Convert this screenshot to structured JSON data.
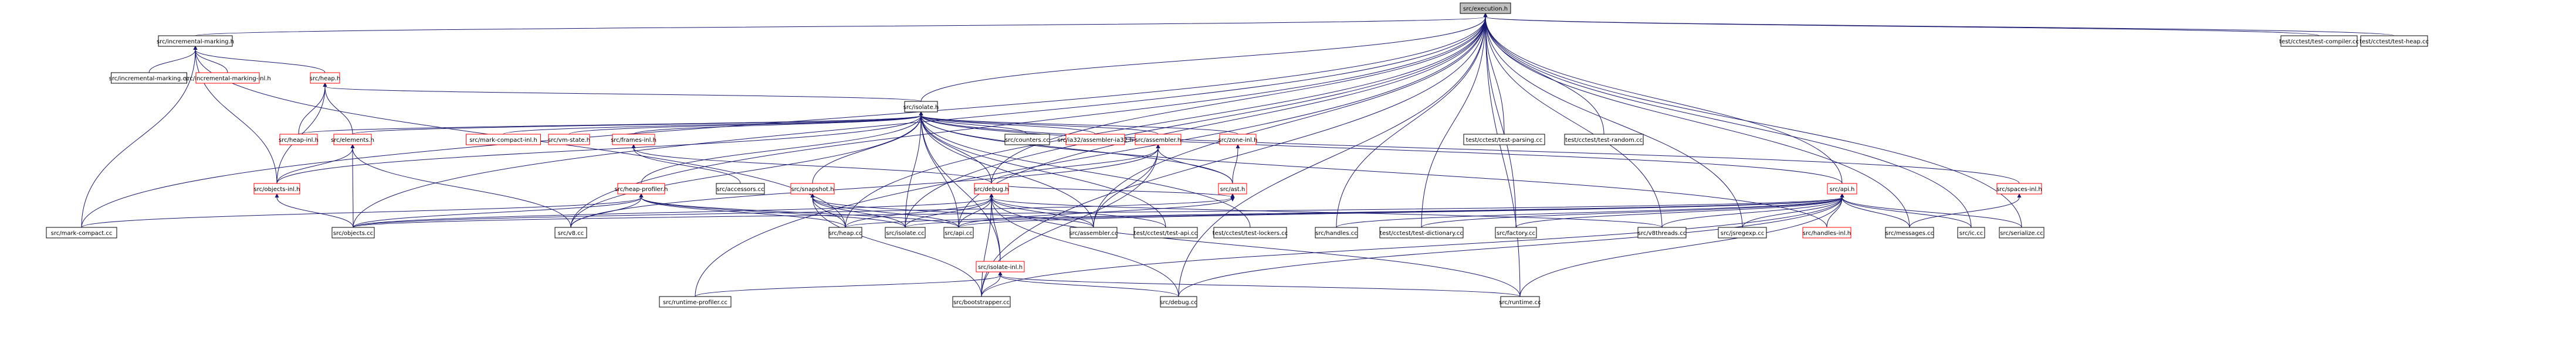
{
  "graph": {
    "title": "",
    "edge_color": "#191970",
    "node_border": "#000000",
    "truncated_node_border": "#ff0000",
    "root_fill": "#bfbfbf",
    "nodes": [
      {
        "id": "exec",
        "label": "src/execution.h",
        "root": true
      },
      {
        "id": "incmark",
        "label": "src/incremental-marking.h"
      },
      {
        "id": "tc_compiler",
        "label": "test/cctest/test-compiler.cc"
      },
      {
        "id": "tc_heap",
        "label": "test/cctest/test-heap.cc"
      },
      {
        "id": "incmark_cc",
        "label": "src/incremental-marking.cc"
      },
      {
        "id": "incmark_inl",
        "label": "src/incremental-marking-inl.h",
        "red": true
      },
      {
        "id": "heap_h",
        "label": "src/heap.h",
        "red": true
      },
      {
        "id": "isolate_h",
        "label": "src/isolate.h"
      },
      {
        "id": "heap_inl",
        "label": "src/heap-inl.h",
        "red": true
      },
      {
        "id": "elements_h",
        "label": "src/elements.h",
        "red": true
      },
      {
        "id": "mark_compact_inl",
        "label": "src/mark-compact-inl.h",
        "red": true
      },
      {
        "id": "vm_state",
        "label": "src/vm-state.h",
        "red": true
      },
      {
        "id": "frames_inl",
        "label": "src/frames-inl.h",
        "red": true
      },
      {
        "id": "snapshot_h",
        "label": "src/snapshot.h",
        "red": true
      },
      {
        "id": "counters_cc",
        "label": "src/counters.cc"
      },
      {
        "id": "ia32_asm",
        "label": "src/ia32/assembler-ia32.h",
        "red": true
      },
      {
        "id": "assembler_h",
        "label": "src/assembler.h",
        "red": true
      },
      {
        "id": "zone_inl",
        "label": "src/zone-inl.h",
        "red": true
      },
      {
        "id": "tc_parsing",
        "label": "test/cctest/test-parsing.cc"
      },
      {
        "id": "tc_random",
        "label": "test/cctest/test-random.cc"
      },
      {
        "id": "objects_inl",
        "label": "src/objects-inl.h",
        "red": true
      },
      {
        "id": "accessors_cc",
        "label": "src/accessors.cc"
      },
      {
        "id": "heap_profiler",
        "label": "src/heap-profiler.h",
        "red": true
      },
      {
        "id": "debug_h",
        "label": "src/debug.h",
        "red": true
      },
      {
        "id": "ast_h",
        "label": "src/ast.h",
        "red": true
      },
      {
        "id": "api_h",
        "label": "src/api.h",
        "red": true
      },
      {
        "id": "spaces_inl",
        "label": "src/spaces-inl.h",
        "red": true
      },
      {
        "id": "mark_compact_cc",
        "label": "src/mark-compact.cc"
      },
      {
        "id": "objects_cc",
        "label": "src/objects.cc"
      },
      {
        "id": "v8_cc",
        "label": "src/v8.cc"
      },
      {
        "id": "heap_cc",
        "label": "src/heap.cc"
      },
      {
        "id": "isolate_cc",
        "label": "src/isolate.cc"
      },
      {
        "id": "api_cc",
        "label": "src/api.cc"
      },
      {
        "id": "assembler_cc",
        "label": "src/assembler.cc"
      },
      {
        "id": "tc_api",
        "label": "test/cctest/test-api.cc"
      },
      {
        "id": "tc_lockers",
        "label": "test/cctest/test-lockers.cc"
      },
      {
        "id": "handles_cc",
        "label": "src/handles.cc"
      },
      {
        "id": "tc_dictionary",
        "label": "test/cctest/test-dictionary.cc"
      },
      {
        "id": "factory_cc",
        "label": "src/factory.cc"
      },
      {
        "id": "v8threads_cc",
        "label": "src/v8threads.cc"
      },
      {
        "id": "jsregexp_cc",
        "label": "src/jsregexp.cc"
      },
      {
        "id": "handles_inl",
        "label": "src/handles-inl.h",
        "red": true
      },
      {
        "id": "messages_cc",
        "label": "src/messages.cc"
      },
      {
        "id": "ic_cc",
        "label": "src/ic.cc"
      },
      {
        "id": "serialize_cc",
        "label": "src/serialize.cc"
      },
      {
        "id": "isolate_inl",
        "label": "src/isolate-inl.h",
        "red": true
      },
      {
        "id": "runtime_profiler",
        "label": "src/runtime-profiler.cc"
      },
      {
        "id": "bootstrapper_cc",
        "label": "src/bootstrapper.cc"
      },
      {
        "id": "debug_cc",
        "label": "src/debug.cc"
      },
      {
        "id": "runtime_cc",
        "label": "src/runtime.cc"
      }
    ],
    "edges": [
      [
        "exec",
        "incmark"
      ],
      [
        "exec",
        "tc_compiler"
      ],
      [
        "exec",
        "tc_heap"
      ],
      [
        "exec",
        "isolate_h"
      ],
      [
        "exec",
        "mark_compact_cc"
      ],
      [
        "exec",
        "objects_cc"
      ],
      [
        "exec",
        "runtime_profiler"
      ],
      [
        "exec",
        "v8_cc"
      ],
      [
        "exec",
        "heap_cc"
      ],
      [
        "exec",
        "isolate_cc"
      ],
      [
        "exec",
        "api_cc"
      ],
      [
        "exec",
        "assembler_cc"
      ],
      [
        "exec",
        "tc_parsing"
      ],
      [
        "exec",
        "tc_random"
      ],
      [
        "exec",
        "debug_h"
      ],
      [
        "exec",
        "api_h"
      ],
      [
        "exec",
        "handles_cc"
      ],
      [
        "exec",
        "tc_dictionary"
      ],
      [
        "exec",
        "factory_cc"
      ],
      [
        "exec",
        "v8threads_cc"
      ],
      [
        "exec",
        "jsregexp_cc"
      ],
      [
        "exec",
        "messages_cc"
      ],
      [
        "exec",
        "ic_cc"
      ],
      [
        "exec",
        "serialize_cc"
      ],
      [
        "exec",
        "debug_cc"
      ],
      [
        "exec",
        "runtime_cc"
      ],
      [
        "exec",
        "bootstrapper_cc"
      ],
      [
        "incmark",
        "incmark_cc"
      ],
      [
        "incmark",
        "incmark_inl"
      ],
      [
        "incmark",
        "heap_h"
      ],
      [
        "incmark",
        "objects_inl"
      ],
      [
        "incmark",
        "mark_compact_cc"
      ],
      [
        "incmark",
        "heap_cc"
      ],
      [
        "heap_h",
        "isolate_h"
      ],
      [
        "heap_h",
        "heap_inl"
      ],
      [
        "heap_h",
        "elements_h"
      ],
      [
        "heap_h",
        "objects_inl"
      ],
      [
        "isolate_h",
        "heap_inl"
      ],
      [
        "isolate_h",
        "elements_h"
      ],
      [
        "isolate_h",
        "mark_compact_inl"
      ],
      [
        "isolate_h",
        "vm_state"
      ],
      [
        "isolate_h",
        "frames_inl"
      ],
      [
        "isolate_h",
        "snapshot_h"
      ],
      [
        "isolate_h",
        "counters_cc"
      ],
      [
        "isolate_h",
        "ia32_asm"
      ],
      [
        "isolate_h",
        "assembler_h"
      ],
      [
        "isolate_h",
        "zone_inl"
      ],
      [
        "isolate_h",
        "heap_profiler"
      ],
      [
        "isolate_h",
        "debug_h"
      ],
      [
        "isolate_h",
        "ast_h"
      ],
      [
        "isolate_h",
        "api_h"
      ],
      [
        "isolate_h",
        "spaces_inl"
      ],
      [
        "isolate_h",
        "objects_inl"
      ],
      [
        "isolate_h",
        "v8_cc"
      ],
      [
        "isolate_h",
        "isolate_cc"
      ],
      [
        "isolate_h",
        "assembler_cc"
      ],
      [
        "isolate_h",
        "tc_api"
      ],
      [
        "isolate_h",
        "tc_lockers"
      ],
      [
        "isolate_h",
        "handles_inl"
      ],
      [
        "isolate_h",
        "isolate_inl"
      ],
      [
        "isolate_h",
        "api_cc"
      ],
      [
        "elements_h",
        "objects_inl"
      ],
      [
        "elements_h",
        "objects_cc"
      ],
      [
        "elements_h",
        "v8_cc"
      ],
      [
        "objects_inl",
        "objects_cc"
      ],
      [
        "frames_inl",
        "accessors_cc"
      ],
      [
        "frames_inl",
        "debug_h"
      ],
      [
        "assembler_h",
        "debug_h"
      ],
      [
        "assembler_h",
        "ast_h"
      ],
      [
        "assembler_h",
        "v8_cc"
      ],
      [
        "assembler_h",
        "assembler_cc"
      ],
      [
        "assembler_h",
        "bootstrapper_cc"
      ],
      [
        "zone_inl",
        "ast_h"
      ],
      [
        "snapshot_h",
        "heap_cc"
      ],
      [
        "snapshot_h",
        "isolate_cc"
      ],
      [
        "snapshot_h",
        "api_cc"
      ],
      [
        "snapshot_h",
        "bootstrapper_cc"
      ],
      [
        "snapshot_h",
        "assembler_cc"
      ],
      [
        "heap_profiler",
        "mark_compact_cc"
      ],
      [
        "heap_profiler",
        "objects_cc"
      ],
      [
        "heap_profiler",
        "v8_cc"
      ],
      [
        "heap_profiler",
        "heap_cc"
      ],
      [
        "heap_profiler",
        "isolate_cc"
      ],
      [
        "heap_profiler",
        "api_cc"
      ],
      [
        "ast_h",
        "objects_cc"
      ],
      [
        "ast_h",
        "api_cc"
      ],
      [
        "ast_h",
        "debug_h"
      ],
      [
        "debug_h",
        "objects_cc"
      ],
      [
        "debug_h",
        "isolate_inl"
      ],
      [
        "debug_h",
        "bootstrapper_cc"
      ],
      [
        "debug_h",
        "debug_cc"
      ],
      [
        "debug_h",
        "runtime_cc"
      ],
      [
        "debug_h",
        "heap_cc"
      ],
      [
        "debug_h",
        "isolate_cc"
      ],
      [
        "debug_h",
        "api_cc"
      ],
      [
        "debug_h",
        "assembler_cc"
      ],
      [
        "debug_h",
        "tc_api"
      ],
      [
        "debug_h",
        "v8threads_cc"
      ],
      [
        "api_h",
        "objects_cc"
      ],
      [
        "api_h",
        "api_cc"
      ],
      [
        "api_h",
        "handles_cc"
      ],
      [
        "api_h",
        "tc_dictionary"
      ],
      [
        "api_h",
        "factory_cc"
      ],
      [
        "api_h",
        "v8threads_cc"
      ],
      [
        "api_h",
        "jsregexp_cc"
      ],
      [
        "api_h",
        "handles_inl"
      ],
      [
        "api_h",
        "messages_cc"
      ],
      [
        "api_h",
        "ic_cc"
      ],
      [
        "api_h",
        "serialize_cc"
      ],
      [
        "api_h",
        "runtime_cc"
      ],
      [
        "api_h",
        "bootstrapper_cc"
      ],
      [
        "api_h",
        "debug_cc"
      ],
      [
        "api_h",
        "heap_cc"
      ],
      [
        "api_h",
        "isolate_cc"
      ],
      [
        "spaces_inl",
        "messages_cc"
      ],
      [
        "isolate_inl",
        "runtime_profiler"
      ],
      [
        "isolate_inl",
        "bootstrapper_cc"
      ],
      [
        "isolate_inl",
        "debug_cc"
      ],
      [
        "isolate_inl",
        "runtime_cc"
      ]
    ]
  }
}
